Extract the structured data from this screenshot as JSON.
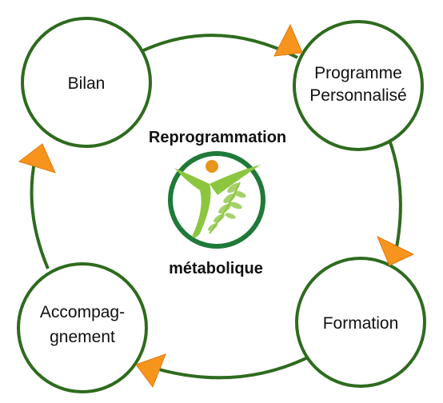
{
  "diagram": {
    "title_top": "Reprogrammation",
    "title_bottom": "métabolique",
    "nodes": {
      "bilan": "Bilan",
      "programme_line1": "Programme",
      "programme_line2": "Personnalisé",
      "formation": "Formation",
      "accompagnement_line1": "Accompag-",
      "accompagnement_line2": "gnement"
    },
    "colors": {
      "stroke": "#2e6b1e",
      "arrow": "#f7941d",
      "logo_green_light": "#8cc63f",
      "logo_green_dark": "#1f7a3a",
      "logo_orange": "#e8951d"
    },
    "icons": {
      "logo": "person-leaf-logo-icon",
      "arrow": "orange-triangle-arrow-icon"
    }
  }
}
